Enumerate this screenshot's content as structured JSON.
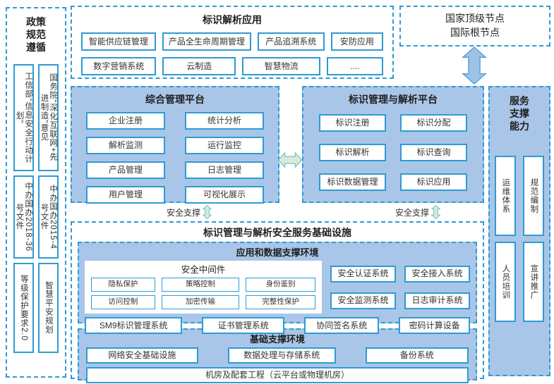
{
  "colors": {
    "dashed_border": "#2E9BD3",
    "box_border": "#2E9BD3",
    "panel_fill": "#A9C6E8",
    "arrow_blue_fill": "#9CC3E5",
    "arrow_blue_stroke": "#5B9BD5",
    "arrow_green_fill": "#DCEACF",
    "arrow_green_stroke": "#5FC3DC",
    "text": "#333333"
  },
  "left_panel": {
    "title_lines": [
      "政策",
      "规范",
      "遵循"
    ],
    "col1": [
      "工信部“信息安全行动计划”",
      "中办国办2018-36号文件",
      "等级保护要求2.0"
    ],
    "col2": [
      "国务院“深化互联网+先进制造”意见",
      "中办国办2015-4号文件",
      "智慧平安规划"
    ]
  },
  "app_panel": {
    "title": "标识解析应用",
    "row1": [
      "智能供应链管理",
      "产品全生命周期管理",
      "产品追溯系统",
      "安防应用"
    ],
    "row2": [
      "数字营销系统",
      "云制造",
      "智慧物流",
      "...."
    ]
  },
  "node_panel": {
    "lines": [
      "国家顶级节点",
      "国际根节点"
    ]
  },
  "mgmt_platform": {
    "title": "综合管理平台",
    "col1": [
      "企业注册",
      "解析监测",
      "产品管理",
      "用户管理"
    ],
    "col2": [
      "统计分析",
      "运行监控",
      "日志管理",
      "可视化展示"
    ]
  },
  "id_platform": {
    "title": "标识管理与解析平台",
    "col1": [
      "标识注册",
      "标识解析",
      "标识数据管理"
    ],
    "col2": [
      "标识分配",
      "标识查询",
      "标识应用"
    ]
  },
  "security_support": {
    "label": "安全支撑"
  },
  "infra": {
    "title": "标识管理与解析安全服务基础设施",
    "app_env": {
      "title": "应用和数据支撑环境",
      "middleware": {
        "title": "安全中间件",
        "row1": [
          "隐私保护",
          "策略控制",
          "身份鉴别"
        ],
        "row2": [
          "访问控制",
          "加密传输",
          "完整性保护"
        ]
      },
      "right_boxes": [
        "安全认证系统",
        "安全接入系统",
        "安全监测系统",
        "日志审计系统"
      ],
      "bottom_row": [
        "SM9标识管理系统",
        "证书管理系统",
        "协同签名系统",
        "密码计算设备"
      ]
    },
    "base_env": {
      "title": "基础支撑环境",
      "row": [
        "网络安全基础设施",
        "数据处理与存储系统",
        "备份系统"
      ],
      "full_box": "机房及配套工程（云平台或物理机房）"
    }
  },
  "service_panel": {
    "title_lines": [
      "服务",
      "支撑",
      "能力"
    ],
    "boxes": [
      "运维体系",
      "规范编制",
      "人员培训",
      "宣讲推广"
    ]
  }
}
